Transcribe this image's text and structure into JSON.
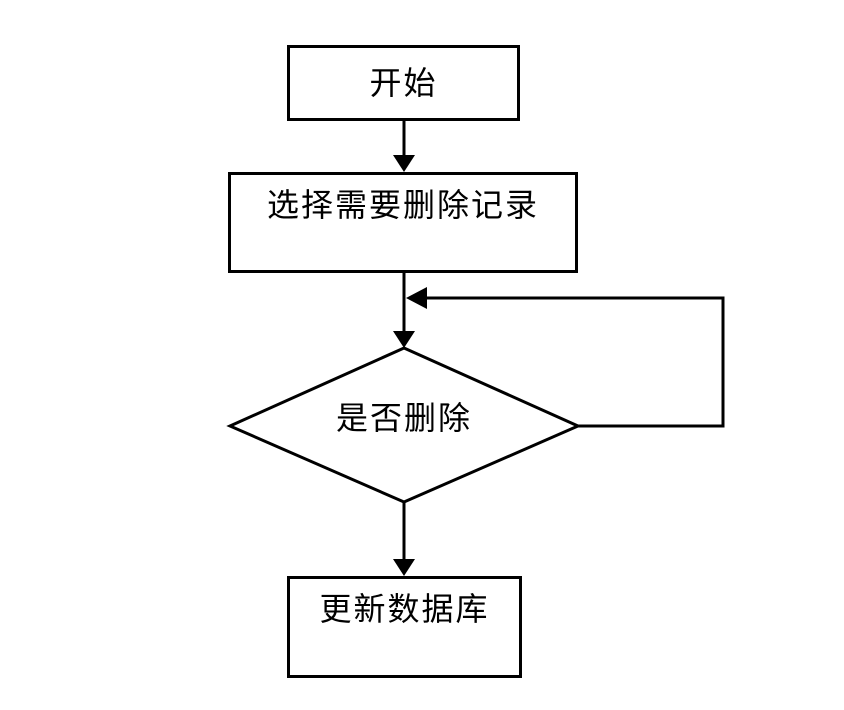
{
  "page": {
    "background_color": "#ffffff"
  },
  "diagram": {
    "type": "flowchart",
    "stroke_color": "#000000",
    "text_color": "#000000",
    "nodes": {
      "start": {
        "shape": "rectangle",
        "label": "开始"
      },
      "select": {
        "shape": "rectangle",
        "label": "选择需要删除记录"
      },
      "decision": {
        "shape": "diamond",
        "label": "是否删除"
      },
      "update": {
        "shape": "rectangle",
        "label": "更新数据库"
      }
    },
    "edges": [
      {
        "from": "start",
        "to": "select",
        "style": "arrow-down"
      },
      {
        "from": "select",
        "to": "decision",
        "style": "arrow-down"
      },
      {
        "from": "decision",
        "to": "select-decision-connector",
        "style": "loop-back-right"
      },
      {
        "from": "decision",
        "to": "update",
        "style": "arrow-down"
      }
    ]
  }
}
